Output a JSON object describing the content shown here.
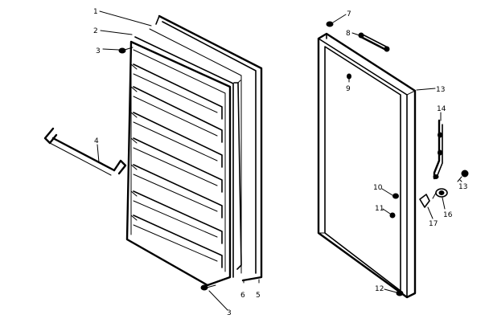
{
  "diagram": {
    "callouts": {
      "c1": "1",
      "c2": "2",
      "c3a": "3",
      "c3b": "3",
      "c4": "4",
      "c5": "5",
      "c6": "6",
      "c7": "7",
      "c8": "8",
      "c9": "9",
      "c10": "10",
      "c11": "11",
      "c12": "12",
      "c13a": "13",
      "c13b": "13",
      "c14": "14",
      "c16": "16",
      "c17": "17"
    }
  }
}
